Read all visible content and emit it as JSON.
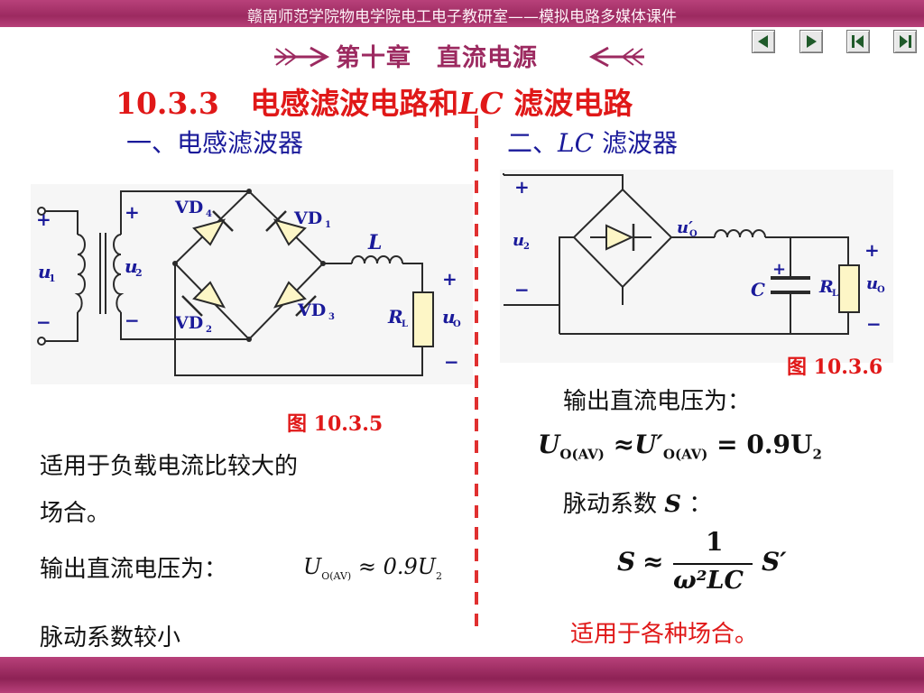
{
  "header": {
    "banner": "赣南师范学院物电学院电工电子教研室——模拟电路多媒体课件"
  },
  "chapter": {
    "title": "第十章　直流电源"
  },
  "nav": {
    "buttons": [
      {
        "icon": "prev-triangle-icon"
      },
      {
        "icon": "next-triangle-icon"
      },
      {
        "icon": "first-page-icon"
      },
      {
        "icon": "last-page-icon"
      }
    ]
  },
  "section": {
    "number": "10.3.3",
    "title_prefix": "电感滤波电路和",
    "title_lc": "LC",
    "title_suffix": "滤波电路"
  },
  "left": {
    "subtitle": "一、电感滤波器",
    "figure_caption": "图 10.3.5",
    "circuit_labels": {
      "u1": "u",
      "u1_sub": "1",
      "u2": "u",
      "u2_sub": "2",
      "vd1": "VD",
      "vd1_sub": "1",
      "vd2": "VD",
      "vd2_sub": "2",
      "vd3": "VD",
      "vd3_sub": "3",
      "vd4": "VD",
      "vd4_sub": "4",
      "L": "L",
      "RL": "R",
      "RL_sub": "L",
      "uo": "u",
      "uo_sub": "O",
      "plus": "+",
      "minus": "−"
    },
    "text1_line1": "适用于负载电流比较大的",
    "text1_line2": "场合。",
    "text2_prefix": "输出直流电压为：",
    "formula": {
      "U": "U",
      "sub": "O(AV)",
      "approx": "≈",
      "val": "0.9U",
      "sub2": "2"
    },
    "text3": "脉动系数较小"
  },
  "right": {
    "subtitle_prefix": "二、",
    "subtitle_lc": "LC",
    "subtitle_suffix": " 滤波器",
    "figure_caption": "图 10.3.6",
    "circuit_labels": {
      "u2": "u",
      "u2_sub": "2",
      "uo_prime": "u′",
      "uo_prime_sub": "O",
      "C": "C",
      "RL": "R",
      "RL_sub": "L",
      "uo": "u",
      "uo_sub": "O",
      "plus": "+",
      "minus": "−"
    },
    "text1": "输出直流电压为：",
    "formula1": {
      "U": "U",
      "sub": "O(AV)",
      "approx": "≈",
      "Uprime": "U′",
      "sub_p": "O(AV)",
      "eq": "= 0.9U",
      "sub2": "2"
    },
    "text2_prefix": "脉动系数 ",
    "text2_S": "S",
    "text2_suffix": " ：",
    "formula2": {
      "S": "S",
      "approx": "≈",
      "num": "1",
      "den": "ω²LC",
      "Sprime": "S′"
    },
    "text3": "适用于各种场合。"
  }
}
